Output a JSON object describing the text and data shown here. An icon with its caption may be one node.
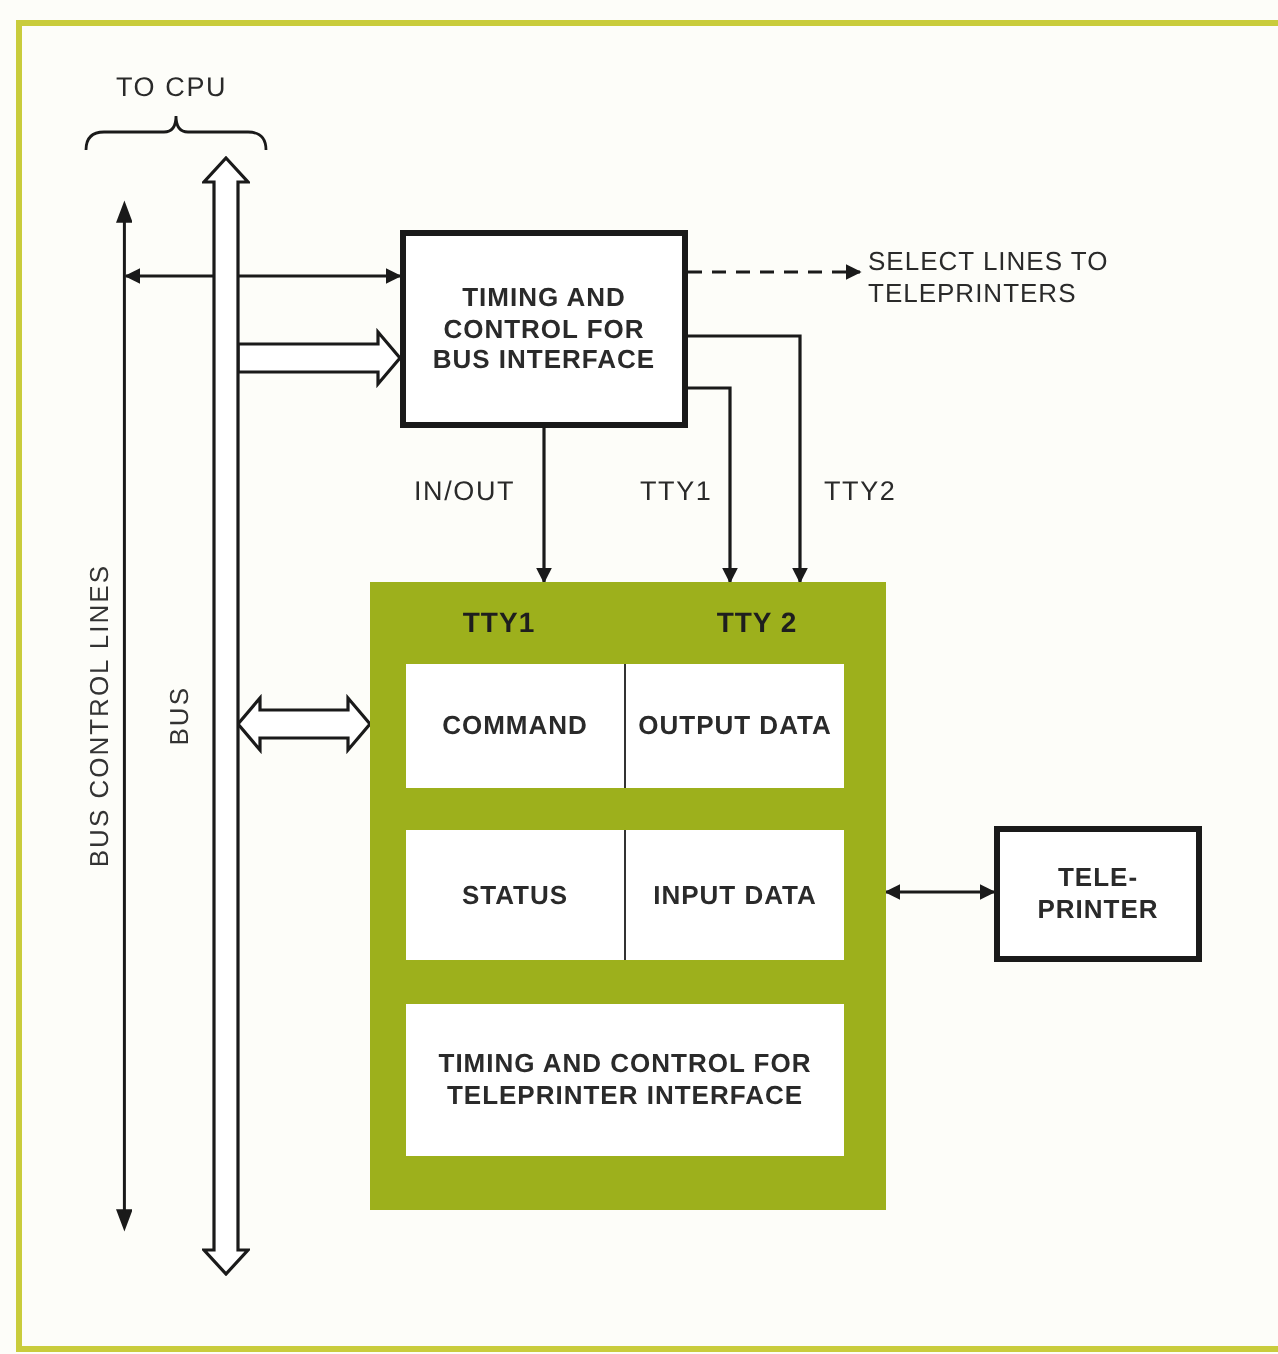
{
  "diagram": {
    "nodes": [
      {
        "text": [
          "BUS CONTROL LINES"
        ]
      },
      {
        "text": [
          "BUS"
        ]
      },
      {
        "text": [
          "TIMING AND CONTROL FOR BUS INTERFACE"
        ]
      },
      {
        "text": [
          "TTY1",
          "TTY 2"
        ]
      },
      {
        "text": [
          "COMMAND"
        ],
        "in": 3
      },
      {
        "text": [
          "OUTPUT DATA"
        ],
        "in": 3
      },
      {
        "text": [
          "STATUS"
        ],
        "in": 3
      },
      {
        "text": [
          "INPUT DATA"
        ],
        "in": 3
      },
      {
        "text": [
          "TIMING AND CONTROL FOR TELEPRINTER INTERFACE"
        ],
        "in": 3
      },
      {
        "text": [
          "TELE- PRINTER"
        ]
      },
      {
        "text": [
          "SELECT LINES TO TELEPRINTERS"
        ]
      }
    ],
    "edges": [
      {
        "from": 0,
        "to": 2,
        "arrow": "both"
      },
      {
        "from": 1,
        "to": 2,
        "arrow": "to",
        "style": "thick"
      },
      {
        "from": 2,
        "to": 3,
        "arrow": "to",
        "label": "IN/OUT"
      },
      {
        "from": 2,
        "to": 3,
        "arrow": "to",
        "label": "TTY1"
      },
      {
        "from": 2,
        "to": 3,
        "arrow": "to",
        "label": "TTY2"
      },
      {
        "from": 2,
        "to": 10,
        "arrow": "to",
        "style": "dashed"
      },
      {
        "from": 1,
        "to": 3,
        "arrow": "both",
        "style": "thick"
      },
      {
        "from": 3,
        "to": 9,
        "arrow": "both"
      }
    ],
    "labels": [
      "TO CPU"
    ]
  }
}
